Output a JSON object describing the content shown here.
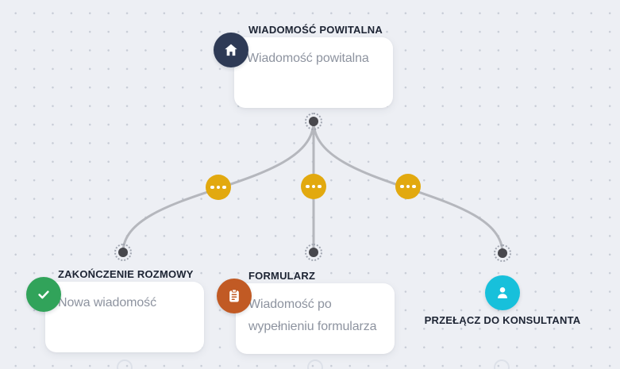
{
  "app": {
    "type": "chatbot-flow-editor",
    "canvas_background": "#edeff4",
    "grid_dot_color": "#c7ccd6",
    "connector_color": "#b5b7bd",
    "port_color": "#48484d"
  },
  "nodes": {
    "welcome": {
      "label": "WIADOMOŚĆ POWITALNA",
      "card_text": "Wiadomość powitalna",
      "icon": "home-icon",
      "icon_color": "#2e3a55"
    },
    "end_conversation": {
      "label": "ZAKOŃCZENIE ROZMOWY",
      "card_text": "Nowa wiadomość",
      "icon": "check-icon",
      "icon_color": "#31a35a"
    },
    "form": {
      "label": "FORMULARZ",
      "card_text": "Wiadomość po wypełnieniu formularza",
      "icon": "clipboard-icon",
      "icon_color": "#c15a24"
    },
    "switch_to_consultant": {
      "label": "PRZEŁĄCZ DO KONSULTANTA",
      "icon": "person-icon",
      "icon_color": "#17c0db"
    }
  },
  "connectors": {
    "count": 3,
    "midpoint_button_icon": "ellipsis-icon",
    "midpoint_button_color": "#e2a90f"
  }
}
